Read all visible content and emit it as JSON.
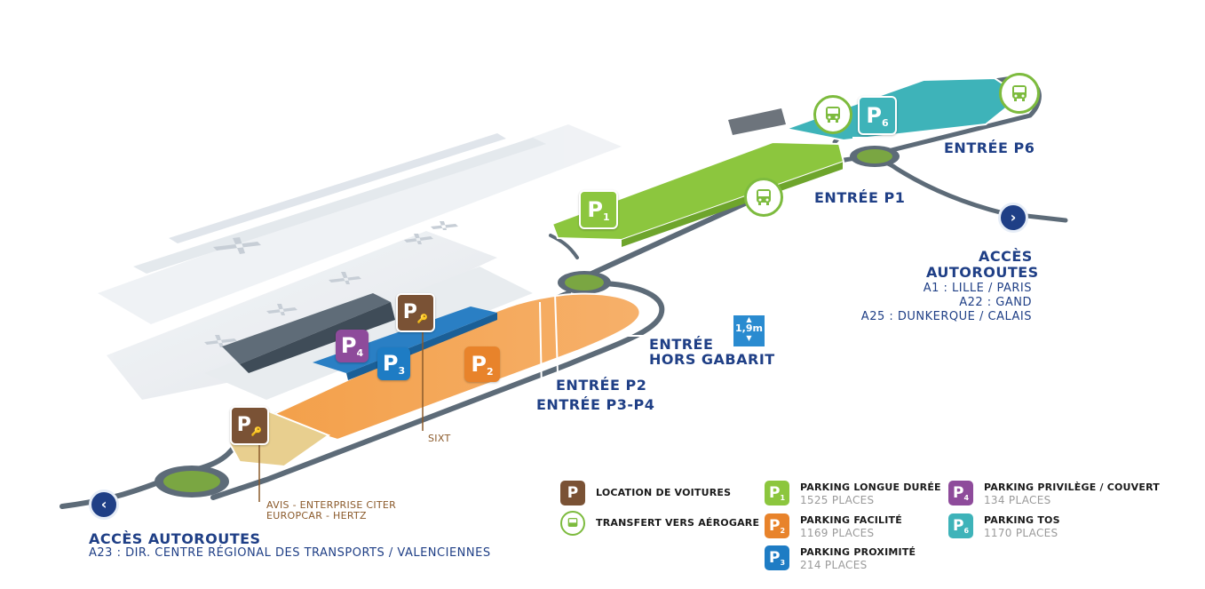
{
  "colors": {
    "p1": "#8cc63e",
    "p2": "#e8832b",
    "p3": "#1e7cc4",
    "p4": "#8e4b9b",
    "p6": "#3eb3b9",
    "rental": "#7a5235",
    "bus": "#7dbb3e",
    "text": "#1f3f86",
    "road": "#5d6b78"
  },
  "icons": {
    "bus": "bus-icon",
    "rental": "car-key-icon",
    "exit_right": "chevron-right-icon",
    "exit_left": "chevron-left-icon",
    "height": "height-limit-icon"
  },
  "labels": {
    "entree_p6": "ENTRÉE P6",
    "entree_p1": "ENTRÉE P1",
    "entree_hors_gabarit_1": "ENTRÉE",
    "entree_hors_gabarit_2": "HORS GABARIT",
    "entree_p2": "ENTRÉE P2",
    "entree_p3p4": "ENTRÉE P3-P4",
    "height_limit": "1,9m",
    "sixt": "SIXT",
    "rental_left_1": "AVIS - ENTERPRISE CITER",
    "rental_left_2": "EUROPCAR - HERTZ"
  },
  "badges": {
    "p1": "P",
    "p1_sub": "1",
    "p2": "P",
    "p2_sub": "2",
    "p3": "P",
    "p3_sub": "3",
    "p4": "P",
    "p4_sub": "4",
    "p6": "P",
    "p6_sub": "6",
    "rental": "P"
  },
  "access_right": {
    "title_1": "ACCÈS",
    "title_2": "AUTOROUTES",
    "line_1": "A1 : LILLE / PARIS",
    "line_2": "A22 : GAND",
    "line_3": "A25 : DUNKERQUE / CALAIS"
  },
  "access_left": {
    "title": "ACCÈS AUTOROUTES",
    "line_1": "A23 : DIR. CENTRE RÉGIONAL DES TRANSPORTS / VALENCIENNES"
  },
  "legend": {
    "rental": {
      "label": "LOCATION DE VOITURES"
    },
    "shuttle": {
      "label": "TRANSFERT VERS AÉROGARE"
    },
    "p1": {
      "label": "PARKING LONGUE DURÉE",
      "places": "1525 PLACES"
    },
    "p2": {
      "label": "PARKING FACILITÉ",
      "places": "1169 PLACES"
    },
    "p3": {
      "label": "PARKING PROXIMITÉ",
      "places": "214 PLACES"
    },
    "p4": {
      "label": "PARKING PRIVILÈGE / COUVERT",
      "places": "134 PLACES"
    },
    "p6": {
      "label": "PARKING TOS",
      "places": "1170 PLACES"
    }
  }
}
